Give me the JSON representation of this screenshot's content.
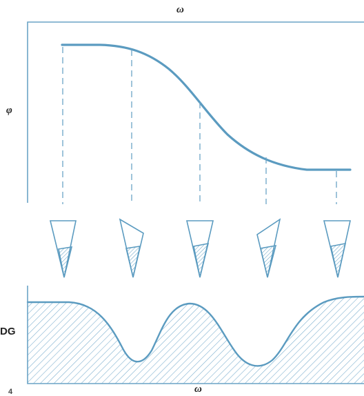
{
  "labels": {
    "top_axis": "ω",
    "top_ylabel": "φ",
    "bottom_ylabel": "DG",
    "bottom_axis": "ω",
    "corner": "4"
  },
  "colors": {
    "curve": "#5b9bc0",
    "dash": "#6aa3c6",
    "frame": "#6aa3c6",
    "hatch": "#7fb0cf",
    "cone": "#5b9bc0"
  },
  "diagram": {
    "phase_curve": "sigmoid-decrease",
    "cones": [
      {
        "orientation": "straight"
      },
      {
        "orientation": "tilted-left"
      },
      {
        "orientation": "straight"
      },
      {
        "orientation": "tilted-right"
      },
      {
        "orientation": "straight"
      }
    ],
    "dg_curve": "two-dips"
  }
}
